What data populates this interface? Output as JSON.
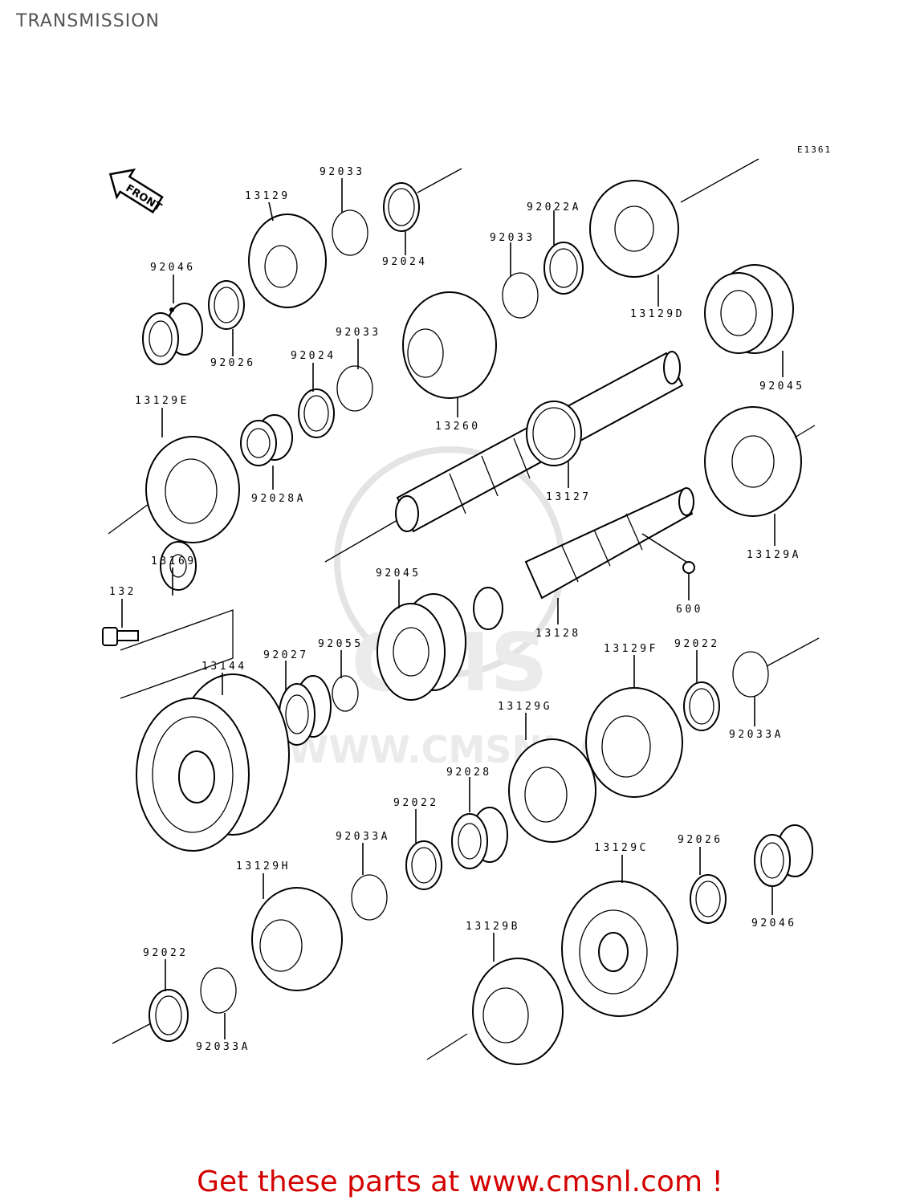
{
  "header": {
    "title": "TRANSMISSION"
  },
  "diagram": {
    "code": "E1361",
    "front_label": "FRONT",
    "watermark_site": "WWW.CMSNL.COM",
    "watermark_brand": "CMS",
    "part_labels": [
      "92033",
      "13129",
      "92024",
      "92022A",
      "92033",
      "92046",
      "92026",
      "13129D",
      "92033",
      "92024",
      "92045",
      "13260",
      "13129E",
      "92028A",
      "13127",
      "13129A",
      "13169",
      "132",
      "92045",
      "600",
      "13128",
      "13144",
      "92027",
      "92055",
      "13129F",
      "92022",
      "13129G",
      "92033A",
      "92028",
      "92022",
      "92033A",
      "13129C",
      "92026",
      "13129H",
      "92046",
      "13129B",
      "92022",
      "92033A"
    ]
  },
  "footer": {
    "text": "Get these parts at www.cmsnl.com !"
  }
}
